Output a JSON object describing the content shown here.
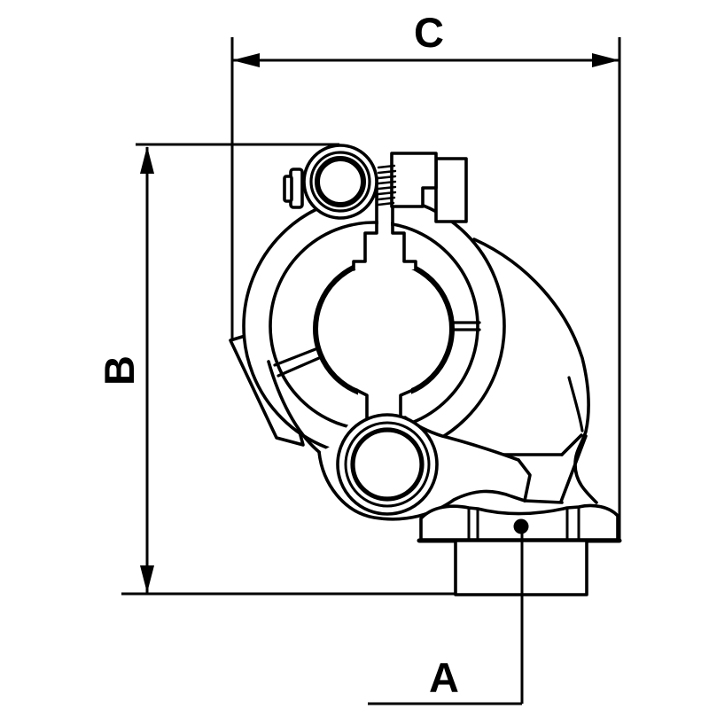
{
  "figure": {
    "kind": "engineering dimension drawing",
    "background": "#ffffff",
    "line_color": "#000000"
  },
  "dimensions": {
    "c": {
      "label": "C",
      "orientation": "horizontal",
      "position": "top"
    },
    "b": {
      "label": "B",
      "orientation": "vertical",
      "position": "left"
    },
    "a": {
      "label": "A",
      "orientation": "leader",
      "position": "bottom"
    }
  }
}
